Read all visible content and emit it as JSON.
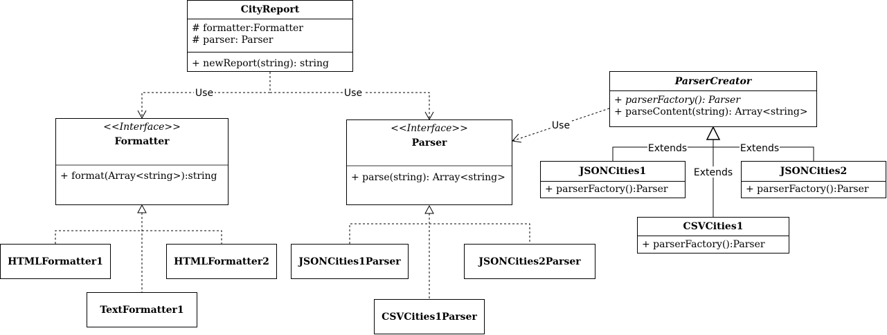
{
  "city_report": {
    "name": "CityReport",
    "attributes": [
      "# formatter:Formatter",
      "# parser: Parser"
    ],
    "operations": [
      "+ newReport(string): string"
    ]
  },
  "formatter": {
    "stereotype": "<<Interface>>",
    "name": "Formatter",
    "operations": [
      "+ format(Array<string>):string"
    ]
  },
  "parser": {
    "stereotype": "<<Interface>>",
    "name": "Parser",
    "operations": [
      "+ parse(string): Array<string>"
    ]
  },
  "parser_creator": {
    "name": "ParserCreator",
    "operations": [
      "+ parserFactory(): Parser",
      "+ parseContent(string): Array<string>"
    ]
  },
  "json_cities1": {
    "name": "JSONCities1",
    "operations": [
      "+ parserFactory():Parser"
    ]
  },
  "json_cities2": {
    "name": "JSONCities2",
    "operations": [
      "+ parserFactory():Parser"
    ]
  },
  "csv_cities1": {
    "name": "CSVCities1",
    "operations": [
      "+ parserFactory():Parser"
    ]
  },
  "html_formatter1": {
    "name": "HTMLFormatter1"
  },
  "html_formatter2": {
    "name": "HTMLFormatter2"
  },
  "text_formatter1": {
    "name": "TextFormatter1"
  },
  "json_cities1_parser": {
    "name": "JSONCities1Parser"
  },
  "json_cities2_parser": {
    "name": "JSONCities2Parser"
  },
  "csv_cities1_parser": {
    "name": "CSVCities1Parser"
  },
  "edge_labels": {
    "use_formatter": "Use",
    "use_parser": "Use",
    "use_creator": "Use",
    "extends_left": "Extends",
    "extends_right": "Extends",
    "extends_center": "Extends"
  }
}
